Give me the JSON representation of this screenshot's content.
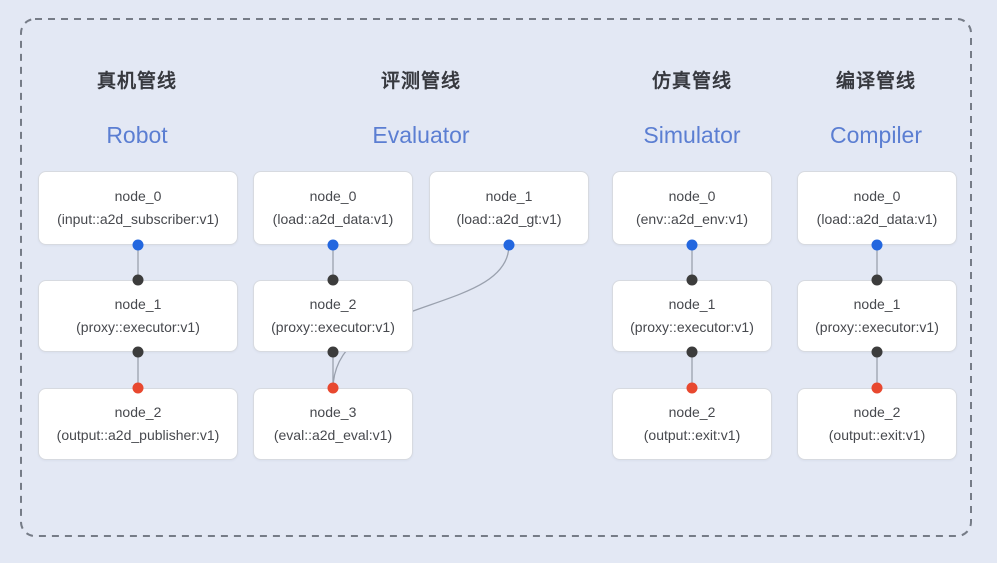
{
  "diagram_type": "pipeline-node-graph",
  "pipelines": [
    {
      "title_zh": "真机管线",
      "title_en": "Robot",
      "nodes": [
        {
          "name": "node_0",
          "type": "(input::a2d_subscriber:v1)"
        },
        {
          "name": "node_1",
          "type": "(proxy::executor:v1)"
        },
        {
          "name": "node_2",
          "type": "(output::a2d_publisher:v1)"
        }
      ]
    },
    {
      "title_zh": "评测管线",
      "title_en": "Evaluator",
      "nodes": [
        {
          "name": "node_0",
          "type": "(load::a2d_data:v1)"
        },
        {
          "name": "node_1",
          "type": "(load::a2d_gt:v1)"
        },
        {
          "name": "node_2",
          "type": "(proxy::executor:v1)"
        },
        {
          "name": "node_3",
          "type": "(eval::a2d_eval:v1)"
        }
      ]
    },
    {
      "title_zh": "仿真管线",
      "title_en": "Simulator",
      "nodes": [
        {
          "name": "node_0",
          "type": "(env::a2d_env:v1)"
        },
        {
          "name": "node_1",
          "type": "(proxy::executor:v1)"
        },
        {
          "name": "node_2",
          "type": "(output::exit:v1)"
        }
      ]
    },
    {
      "title_zh": "编译管线",
      "title_en": "Compiler",
      "nodes": [
        {
          "name": "node_0",
          "type": "(load::a2d_data:v1)"
        },
        {
          "name": "node_1",
          "type": "(proxy::executor:v1)"
        },
        {
          "name": "node_2",
          "type": "(output::exit:v1)"
        }
      ]
    }
  ],
  "edges": [
    {
      "from": "robot.node_0",
      "to": "robot.node_1",
      "from_port": "blue",
      "to_port": "dark"
    },
    {
      "from": "robot.node_1",
      "to": "robot.node_2",
      "from_port": "dark",
      "to_port": "red"
    },
    {
      "from": "evaluator.node_0",
      "to": "evaluator.node_2",
      "from_port": "blue",
      "to_port": "dark"
    },
    {
      "from": "evaluator.node_2",
      "to": "evaluator.node_3",
      "from_port": "dark",
      "to_port": "red"
    },
    {
      "from": "evaluator.node_1",
      "to": "evaluator.node_3",
      "from_port": "blue",
      "to_port": "red"
    },
    {
      "from": "simulator.node_0",
      "to": "simulator.node_1",
      "from_port": "blue",
      "to_port": "dark"
    },
    {
      "from": "simulator.node_1",
      "to": "simulator.node_2",
      "from_port": "dark",
      "to_port": "red"
    },
    {
      "from": "compiler.node_0",
      "to": "compiler.node_1",
      "from_port": "blue",
      "to_port": "dark"
    },
    {
      "from": "compiler.node_1",
      "to": "compiler.node_2",
      "from_port": "dark",
      "to_port": "red"
    }
  ],
  "colors": {
    "bg": "#e3e8f4",
    "frame": "#767c87",
    "node_bg": "#ffffff",
    "node_border": "#d7dae0",
    "node_text": "#47494e",
    "title": "#37393f",
    "subtitle": "#5b7ed2",
    "edge": "#9aa1ae",
    "dot_blue": "#2367df",
    "dot_dark": "#3c3c3c",
    "dot_red": "#e8482f"
  }
}
